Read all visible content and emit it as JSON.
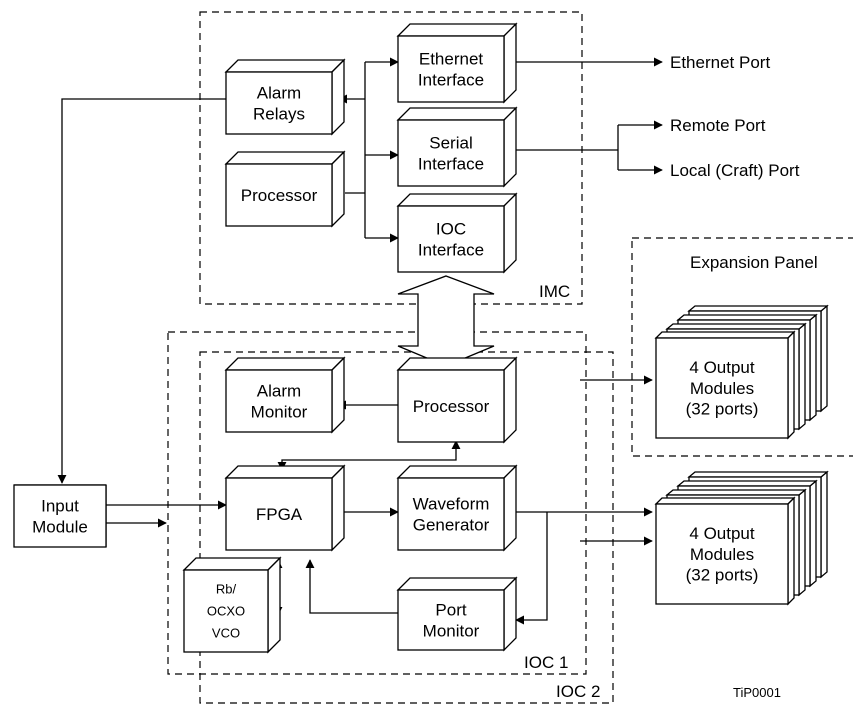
{
  "blocks": {
    "ethernet_interface": [
      "Ethernet",
      "Interface"
    ],
    "alarm_relays": [
      "Alarm",
      "Relays"
    ],
    "serial_interface": [
      "Serial",
      "Interface"
    ],
    "processor_imc": [
      "Processor"
    ],
    "ioc_interface": [
      "IOC",
      "Interface"
    ],
    "alarm_monitor": [
      "Alarm",
      "Monitor"
    ],
    "processor_ioc": [
      "Processor"
    ],
    "fpga": [
      "FPGA"
    ],
    "waveform_generator": [
      "Waveform",
      "Generator"
    ],
    "input_module": [
      "Input",
      "Module"
    ],
    "oscillator": [
      "Rb/",
      "OCXO",
      "VCO"
    ],
    "port_monitor": [
      "Port",
      "Monitor"
    ],
    "output_modules_expansion": [
      "4 Output",
      "Modules",
      "(32 ports)"
    ],
    "output_modules_main": [
      "4 Output",
      "Modules",
      "(32 ports)"
    ]
  },
  "ports": {
    "ethernet": "Ethernet Port",
    "remote": "Remote Port",
    "local": "Local (Craft) Port"
  },
  "regions": {
    "imc": "IMC",
    "ioc1": "IOC 1",
    "ioc2": "IOC 2",
    "expansion_panel": "Expansion Panel"
  },
  "figure_id": "TiP0001"
}
